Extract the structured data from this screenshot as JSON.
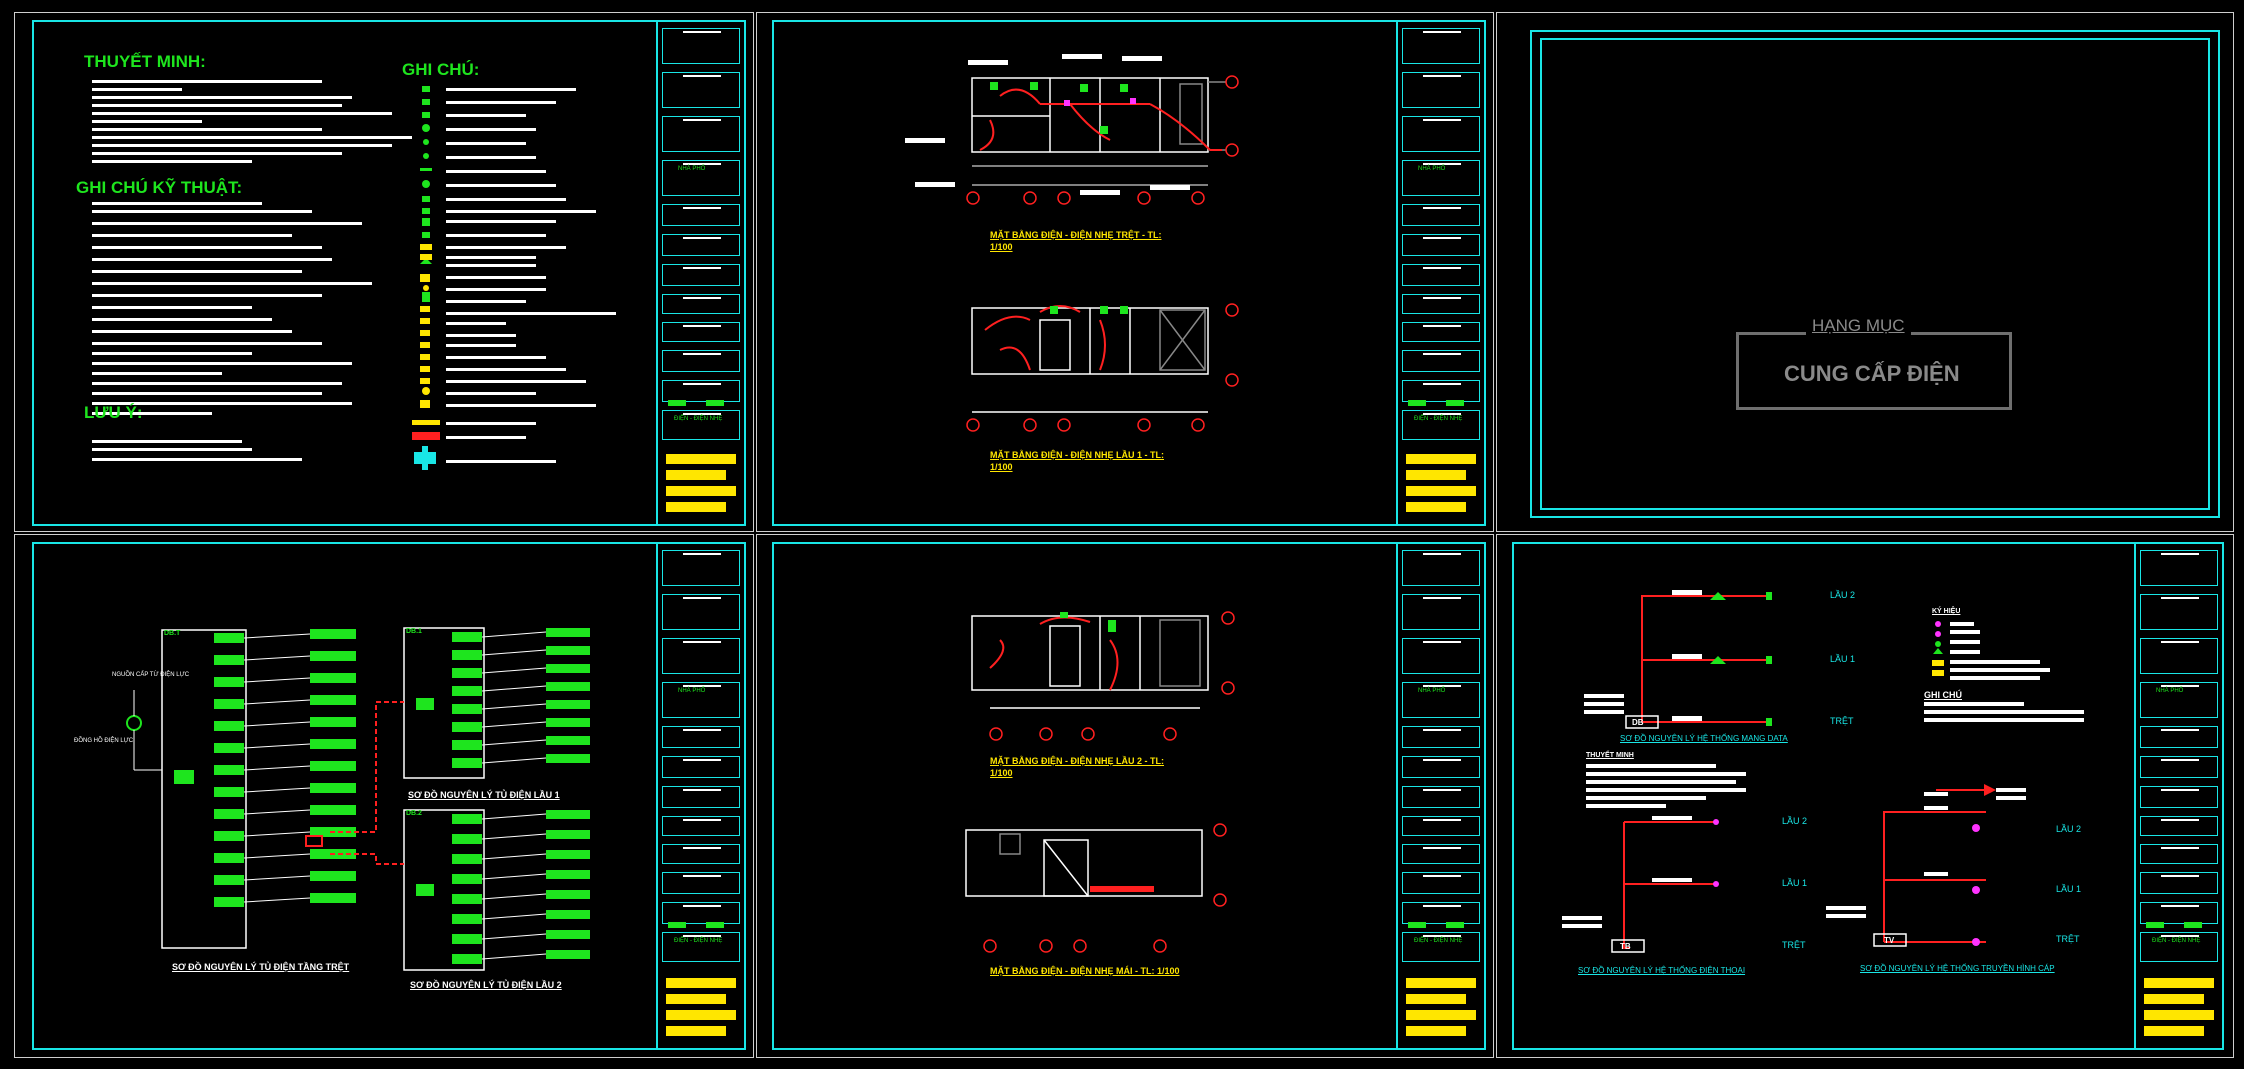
{
  "sheet1": {
    "thuyet_minh_title": "THUYẾT MINH:",
    "ghi_chu_ky_thuat_title": "GHI CHÚ KỸ THUẬT:",
    "luu_y_title": "LƯU Ý:",
    "ghi_chu_title": "GHI CHÚ:"
  },
  "sheet2": {
    "plan1_title": "MẶT BẰNG ĐIỆN - ĐIỆN NHẸ TRỆT - TL:",
    "plan1_scale": "1/100",
    "plan2_title": "MẶT BẰNG ĐIỆN - ĐIỆN NHẸ LẦU 1 - TL:",
    "plan2_scale": "1/100"
  },
  "sheet3": {
    "hang_muc": "HẠNG MỤC",
    "cung_cap_dien": "CUNG CẤP ĐIỆN"
  },
  "sheet4": {
    "source_label": "NGUỒN CẤP TỪ ĐIỆN LỰC",
    "meter_label": "ĐỒNG HỒ ĐIỆN LỰC",
    "main_panel": "DB.T",
    "panel1": "DB.1",
    "panel2": "DB.2",
    "caption_tret": "SƠ ĐỒ NGUYÊN LÝ TỦ ĐIỆN TẦNG TRỆT",
    "caption_lau1": "SƠ ĐỒ NGUYÊN LÝ TỦ ĐIỆN LẦU 1",
    "caption_lau2": "SƠ ĐỒ NGUYÊN LÝ TỦ ĐIỆN LẦU 2"
  },
  "sheet5": {
    "plan3_title": "MẶT BẰNG ĐIỆN - ĐIỆN NHẸ LẦU 2 - TL:",
    "plan3_scale": "1/100",
    "plan4_title": "MẶT BẰNG ĐIỆN - ĐIỆN NHẸ MÁI - TL: 1/100"
  },
  "sheet6": {
    "lau2": "LẦU 2",
    "lau1": "LẦU 1",
    "tret": "TRỆT",
    "db_label": "DB",
    "tb_label": "TB",
    "tv_label": "TV",
    "data_caption": "SƠ ĐỒ NGUYÊN LÝ HỆ THỐNG MẠNG DATA",
    "phone_caption": "SƠ ĐỒ NGUYÊN LÝ HỆ THỐNG ĐIỆN THOẠI",
    "tv_caption": "SƠ ĐỒ NGUYÊN LÝ HỆ THỐNG TRUYỀN HÌNH CÁP",
    "ky_hieu": "KÝ HIỆU",
    "ghi_chu": "GHI CHÚ",
    "thuyet_minh": "THUYẾT MINH"
  },
  "title_block": {
    "project": "NHÀ PHỐ",
    "sheet_label": "ĐIỆN - ĐIỆN NHẸ"
  },
  "colors": {
    "frame": "#19e6e6",
    "green": "#1ee51e",
    "red": "#ff2020",
    "yellow": "#ffe600",
    "magenta": "#ff33ff"
  }
}
